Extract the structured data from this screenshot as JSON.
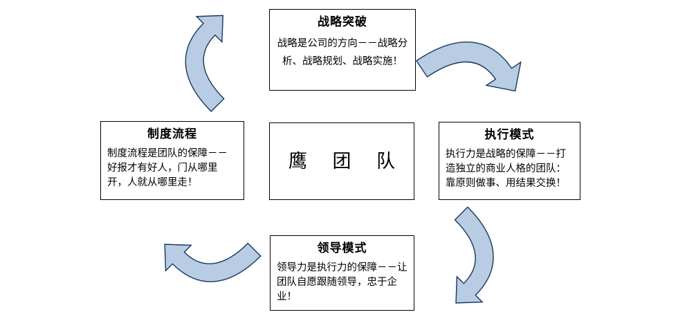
{
  "diagram": {
    "title": "鹰 团 队",
    "center": {
      "label": "鹰 团 队",
      "name": "center-node"
    },
    "nodes": [
      {
        "id": "strategy",
        "title": "战略突破",
        "body": "战略是公司的方向－－战略分析、战略规划、战略实施！",
        "position": "top"
      },
      {
        "id": "execution",
        "title": "执行模式",
        "body": "执行力是战略的保障－－打造独立的商业人格的团队：靠原则做事、用结果交换！",
        "position": "right"
      },
      {
        "id": "leadership",
        "title": "领导模式",
        "body": "领导力是执行力的保障－－让团队自愿跟随领导，忠于企业！",
        "position": "bottom"
      },
      {
        "id": "system",
        "title": "制度流程",
        "body": "制度流程是团队的保障－－好报才有好人，门从哪里开，人就从哪里走！",
        "position": "left"
      }
    ],
    "arrows": [
      {
        "id": "top-left",
        "from": "system",
        "to": "strategy",
        "direction": "clockwise"
      },
      {
        "id": "top-right",
        "from": "strategy",
        "to": "execution",
        "direction": "clockwise"
      },
      {
        "id": "bottom-right",
        "from": "execution",
        "to": "leadership",
        "direction": "clockwise"
      },
      {
        "id": "bottom-left",
        "from": "leadership",
        "to": "system",
        "direction": "clockwise"
      }
    ],
    "colors": {
      "arrow_fill": "#b8cce4",
      "arrow_stroke": "#17365d",
      "box_border": "#000000",
      "box_fill": "#ffffff",
      "text": "#000000",
      "background": "#ffffff"
    }
  }
}
